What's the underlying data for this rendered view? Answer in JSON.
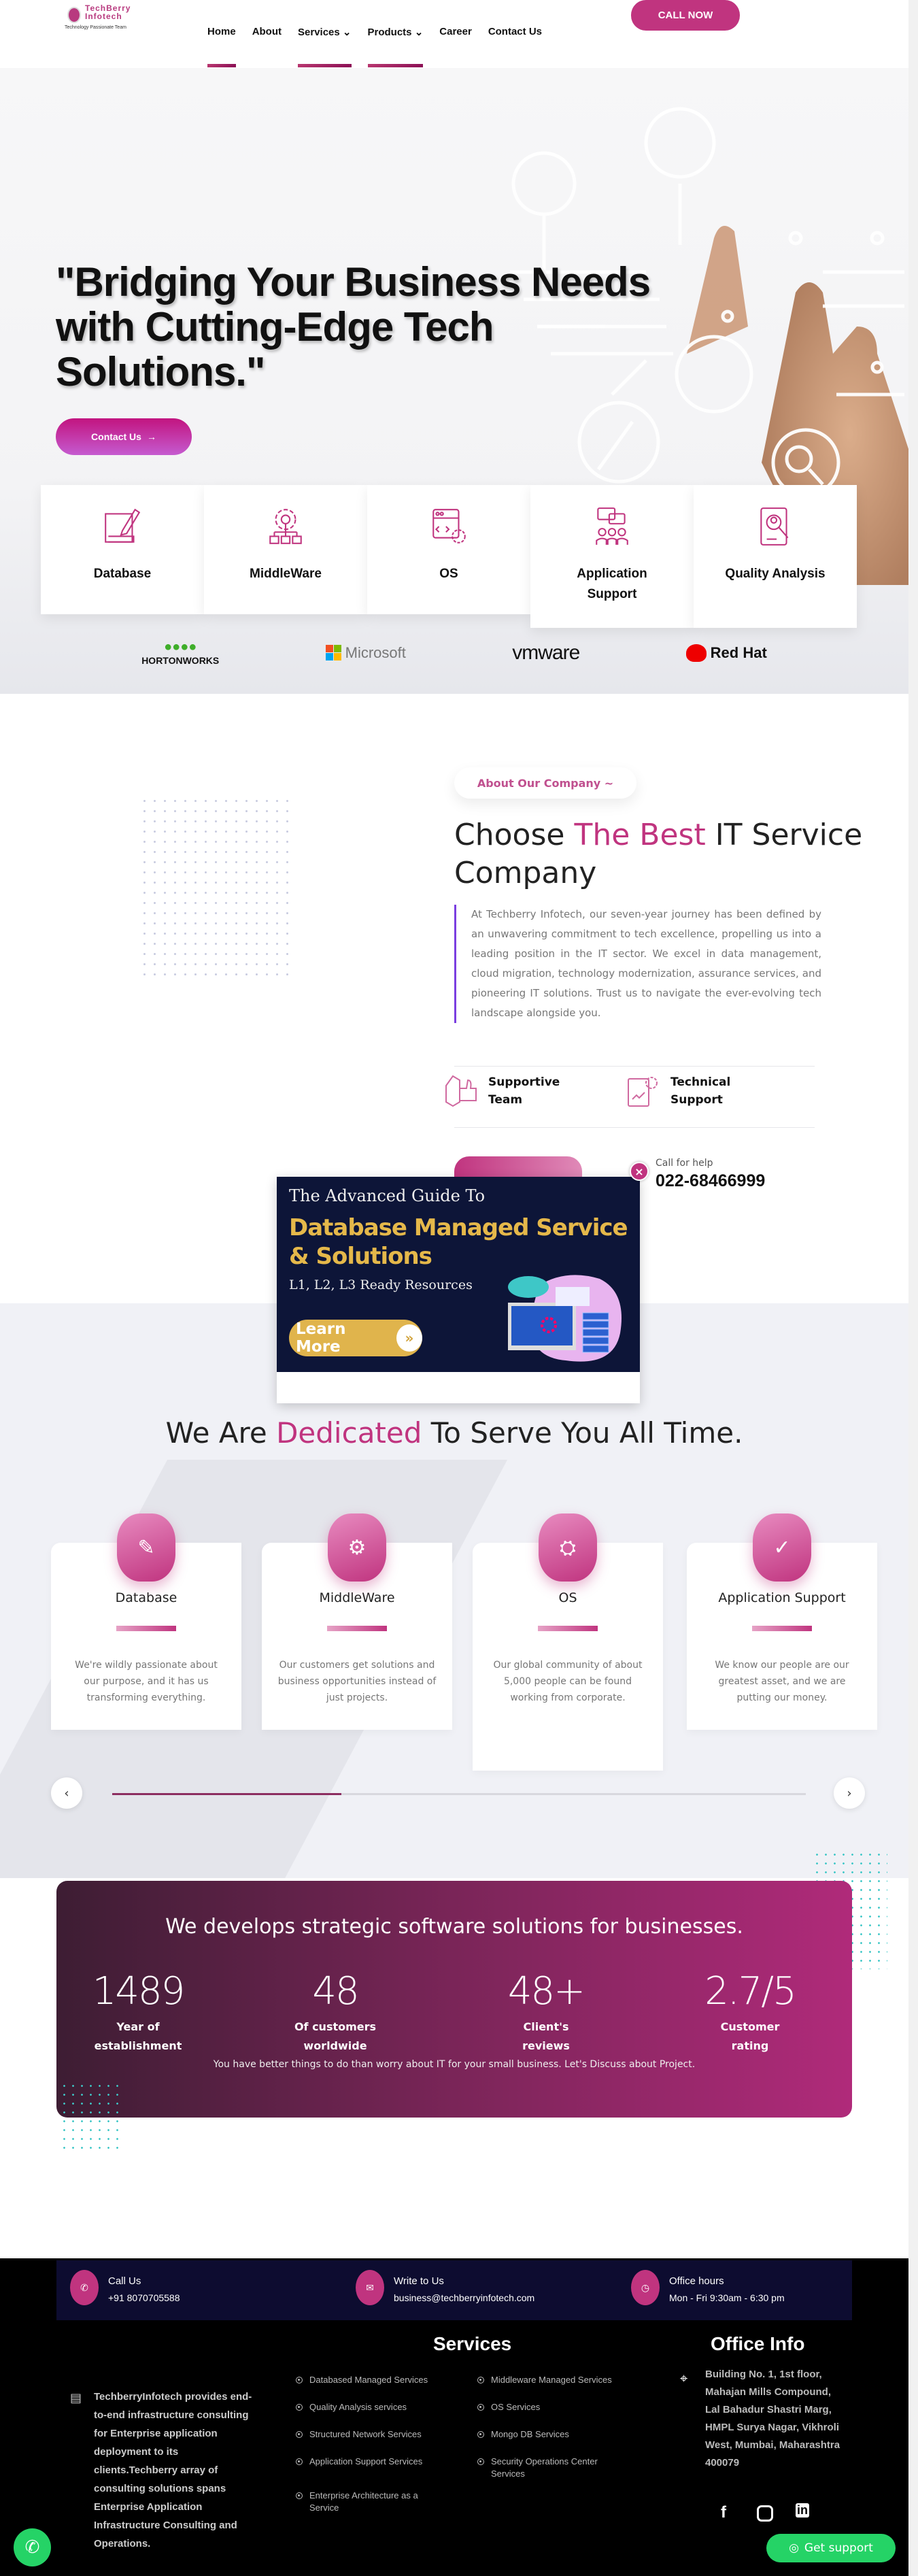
{
  "brand": {
    "name_line1": "TechBerry",
    "name_line2": "Infotech",
    "tagline": "Technology Passionate Team",
    "accent": "#c0347f"
  },
  "nav": {
    "items": [
      {
        "label": "Home"
      },
      {
        "label": "About"
      },
      {
        "label": "Services"
      },
      {
        "label": "Products"
      },
      {
        "label": "Career"
      },
      {
        "label": "Contact Us"
      }
    ],
    "call_now": "CALL NOW"
  },
  "hero": {
    "title": "\"Bridging Your Business Needs with Cutting-Edge Tech Solutions.\"",
    "cta": "Contact Us",
    "services": [
      {
        "label": "Database"
      },
      {
        "label": "MiddleWare"
      },
      {
        "label": "OS"
      },
      {
        "label": "Application Support"
      },
      {
        "label": "Quality Analysis"
      }
    ],
    "partners": [
      {
        "label": "HORTONWORKS"
      },
      {
        "label": "Microsoft"
      },
      {
        "label": "vmware"
      },
      {
        "label": "Red Hat"
      }
    ]
  },
  "about": {
    "badge": "About Our Company ~",
    "title_pre": "Choose ",
    "title_accent": "The Best",
    "title_post": " IT Service Company",
    "paragraph": "At Techberry Infotech, our seven-year journey has been defined by an unwavering commitment to tech excellence, propelling us into a leading position in the IT sector. We excel in data management, cloud migration, technology modernization, assurance services, and pioneering IT solutions. Trust us to navigate the ever-evolving tech landscape alongside you.",
    "features": [
      {
        "label": "Supportive Team"
      },
      {
        "label": "Technical Support"
      }
    ],
    "help_label": "Call for help",
    "help_phone": "022-68466999"
  },
  "popup": {
    "line1": "The Advanced Guide To",
    "line2": "Database Managed Service & Solutions",
    "line3": "L1, L2, L3 Ready Resources",
    "button": "Learn More",
    "close": "×"
  },
  "dedicated": {
    "title_pre": "We Are ",
    "title_accent": "Dedicated",
    "title_post": " To Serve You All Time.",
    "cards": [
      {
        "title": "Database",
        "desc": "We're wildly passionate about our purpose, and it has us transforming everything."
      },
      {
        "title": "MiddleWare",
        "desc": "Our customers get solutions and business opportunities instead of just projects."
      },
      {
        "title": "OS",
        "desc": "Our global community of about 5,000 people can be found working from corporate."
      },
      {
        "title": "Application Support",
        "desc": "We know our people are our greatest asset, and we are putting our money."
      }
    ],
    "slider_progress": 0.33,
    "prev": "‹",
    "next": "›"
  },
  "stats": {
    "heading": "We develops strategic software solutions for businesses.",
    "items": [
      {
        "value": "1489",
        "label": "Year of establishment"
      },
      {
        "value": "48",
        "label": "Of customers worldwide"
      },
      {
        "value": "48+",
        "label": "Client's reviews"
      },
      {
        "value": "2.7/5",
        "label": "Customer rating"
      }
    ],
    "footer": "You have better things to do than worry about IT for your small business. Let's Discuss about Project."
  },
  "contact": [
    {
      "title": "Call Us",
      "value": "+91 8070705588"
    },
    {
      "title": "Write to Us",
      "value": "business@techberryinfotech.com"
    },
    {
      "title": "Office hours",
      "value": "Mon - Fri 9:30am - 6:30 pm"
    }
  ],
  "footer": {
    "about": "TechberryInfotech provides end-to-end infrastructure consulting for Enterprise application deployment to its clients.Techberry array of consulting solutions spans Enterprise Application Infrastructure Consulting and Operations.",
    "services_title": "Services",
    "services_col1": [
      "Databased Managed Services",
      "Quality Analysis services",
      "Structured Network Services",
      "Application Support Services",
      "Enterprise Architecture as a Service"
    ],
    "services_col2": [
      "Middleware Managed Services",
      "OS Services",
      "Mongo DB Services",
      "Security Operations Center Services"
    ],
    "office_title": "Office Info",
    "address": "Building No. 1, 1st floor, Mahajan Mills Compound, Lal Bahadur Shastri Marg, HMPL Surya Nagar, Vikhroli West, Mumbai, Maharashtra 400079",
    "social": [
      {
        "label": "f"
      },
      {
        "label": "in"
      }
    ],
    "get_support": "Get support"
  }
}
